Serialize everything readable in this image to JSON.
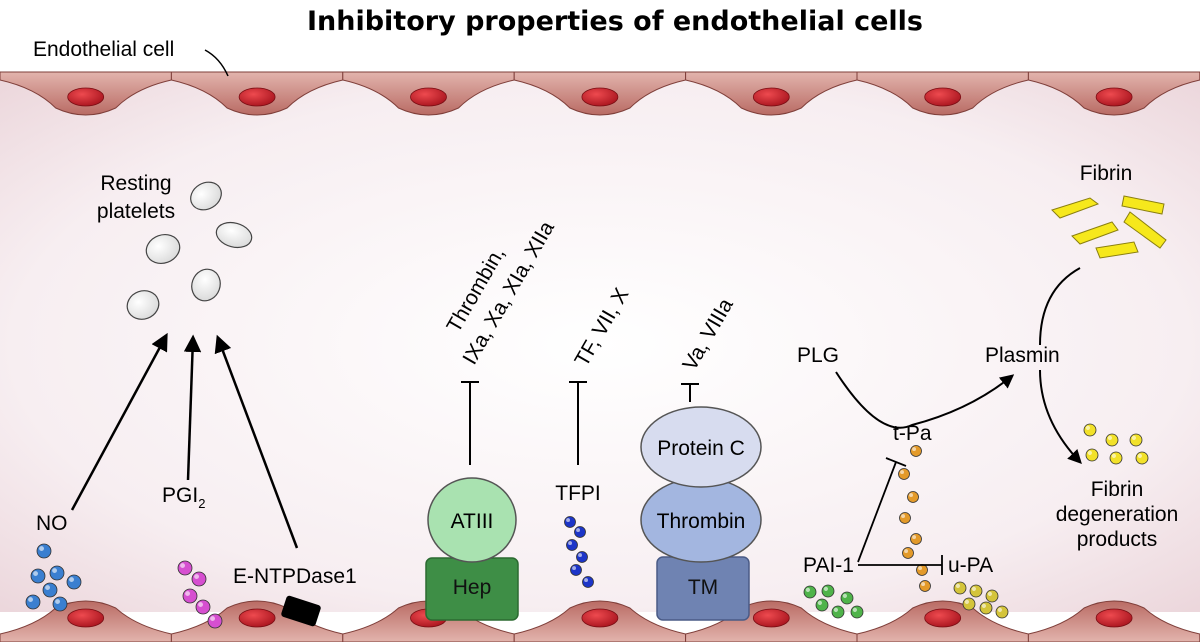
{
  "title": "Inhibitory properties of endothelial cells",
  "labels": {
    "endothelial_cell": "Endothelial cell",
    "resting_platelets_1": "Resting",
    "resting_platelets_2": "platelets",
    "no": "NO",
    "pgi": "PGI",
    "pgi_sub": "2",
    "entpdase1": "E-NTPDase1",
    "thrombin_list_1": "Thrombin,",
    "thrombin_list_2": "IXa, Xa, XIa, XIIa",
    "atiii": "ATIII",
    "hep": "Hep",
    "tf_list": "TF, VII, X",
    "tfpi": "TFPI",
    "va_viiia": "Va, VIIIa",
    "protein_c": "Protein C",
    "thrombin": "Thrombin",
    "tm": "TM",
    "plg": "PLG",
    "plasmin": "Plasmin",
    "tpa": "t-Pa",
    "pai1": "PAI-1",
    "upa": "u-PA",
    "fibrin": "Fibrin",
    "fdp_1": "Fibrin",
    "fdp_2": "degeneration",
    "fdp_3": "products"
  },
  "colors": {
    "cell": "#c8857e",
    "nucleus": "#c51f2a",
    "atiii": "#a9e2b0",
    "hep": "#3e8e46",
    "protein_c": "#d7dcef",
    "thrombin": "#a3b6e0",
    "tm": "#6f83b2",
    "no_dots": "#3a7fd0",
    "pgi_dots": "#d64fd0",
    "tfpi_dots": "#1c35c8",
    "tpa_dots": "#e39a2a",
    "pai_dots": "#4fb34a",
    "upa_dots": "#d4c43a",
    "fdp_dots": "#f2e12a",
    "fibrin": "#f6e81c"
  }
}
